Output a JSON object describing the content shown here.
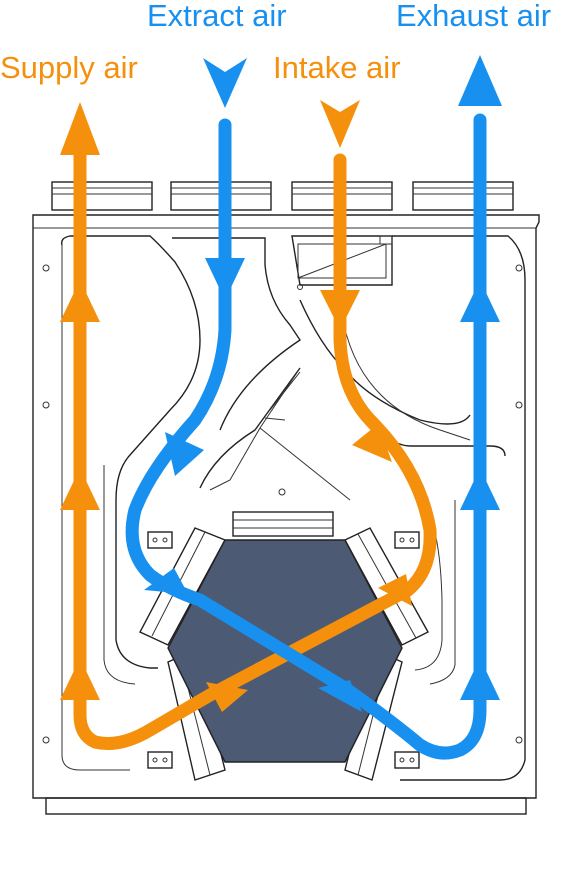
{
  "labels": {
    "extract_air": "Extract air",
    "exhaust_air": "Exhaust air",
    "supply_air": "Supply air",
    "intake_air": "Intake air"
  },
  "colors": {
    "blue": "#1890f0",
    "orange": "#f5900c",
    "core": "#4d5a73",
    "outline": "#222222"
  }
}
